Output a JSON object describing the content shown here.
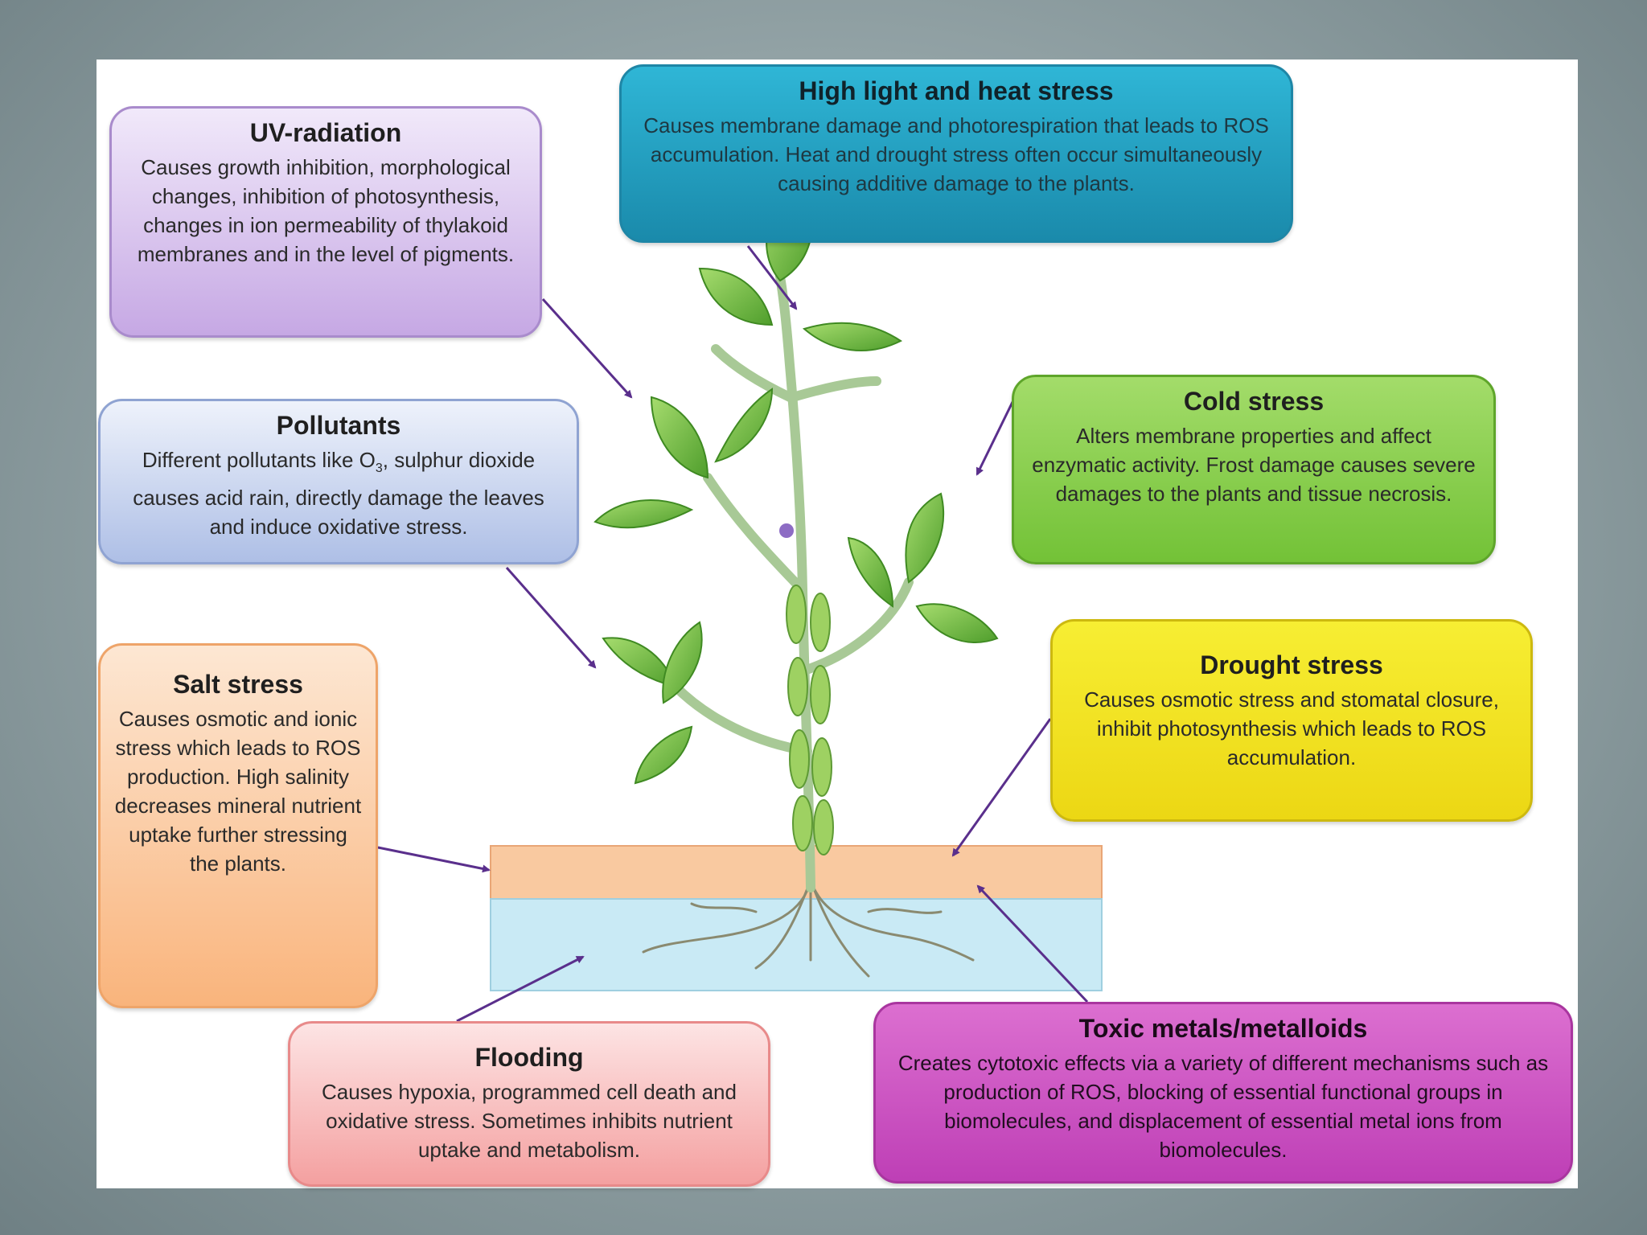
{
  "boxes": {
    "uv": {
      "title": "UV-radiation",
      "text": "Causes growth inhibition, morphological changes, inhibition of photosynthesis, changes in ion permeability of thylakoid membranes and in the level of pigments."
    },
    "heat": {
      "title": "High light and heat stress",
      "text": "Causes membrane damage and photorespiration that leads to ROS accumulation. Heat and drought stress often occur simultaneously causing additive damage to the plants."
    },
    "pollutants": {
      "title": "Pollutants",
      "text_before": "Different pollutants like O",
      "text_sub": "3",
      "text_after": ", sulphur dioxide causes acid rain, directly damage the leaves and induce oxidative stress."
    },
    "cold": {
      "title": "Cold stress",
      "text": "Alters membrane properties and affect enzymatic activity. Frost damage causes severe damages to the plants and tissue necrosis."
    },
    "salt": {
      "title": "Salt stress",
      "text": "Causes osmotic and ionic stress which leads to ROS production. High salinity decreases mineral nutrient uptake further stressing the plants."
    },
    "drought": {
      "title": "Drought stress",
      "text": "Causes osmotic stress and stomatal closure, inhibit photosynthesis which leads to ROS accumulation."
    },
    "flooding": {
      "title": "Flooding",
      "text": "Causes hypoxia, programmed cell death and oxidative stress. Sometimes inhibits nutrient uptake and metabolism."
    },
    "metals": {
      "title": "Toxic metals/metalloids",
      "text": "Creates cytotoxic effects via a variety of different mechanisms such as production of ROS, blocking of essential functional groups in biomolecules, and displacement of essential metal ions from biomolecules."
    }
  },
  "colors": {
    "arrow": "#5a2f8c",
    "leaf": "#74c043",
    "soil": "#f9c9a0",
    "water": "#c9eaf5"
  }
}
